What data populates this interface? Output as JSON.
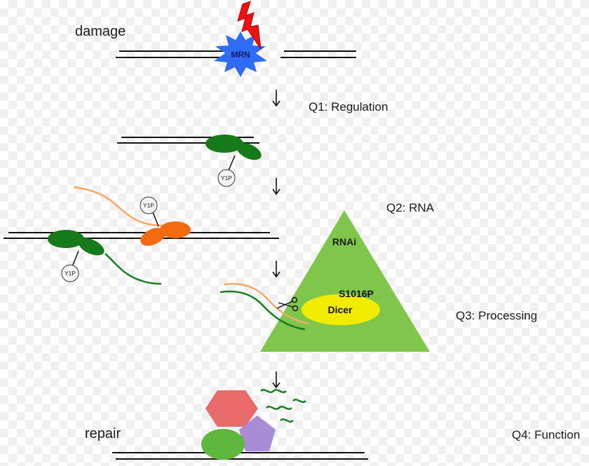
{
  "labels": {
    "damage": "damage",
    "repair": "repair",
    "q1": "Q1: Regulation",
    "q2": "Q2: RNA",
    "q3": "Q3: Processing",
    "q4": "Q4: Function"
  },
  "molecules": {
    "mrn": "MRN",
    "y1p": "Y1P",
    "rnai": "RNAi",
    "s1016p": "S1016P",
    "dicer": "Dicer"
  },
  "colors": {
    "dna": "#111111",
    "mrn_fill": "#2f6cf5",
    "mrn_text": "#1a1a66",
    "lightning": "#ee1111",
    "rnapol_green": "#167a1a",
    "orange_protein": "#f26a12",
    "orange_rna": "#f5a868",
    "green_rna": "#1c7d22",
    "triangle": "#7fc64a",
    "dicer_yellow": "#f2ec00",
    "hexagon": "#e86a6a",
    "pentagon": "#a98bd6",
    "repair_oval": "#5fb83e"
  }
}
